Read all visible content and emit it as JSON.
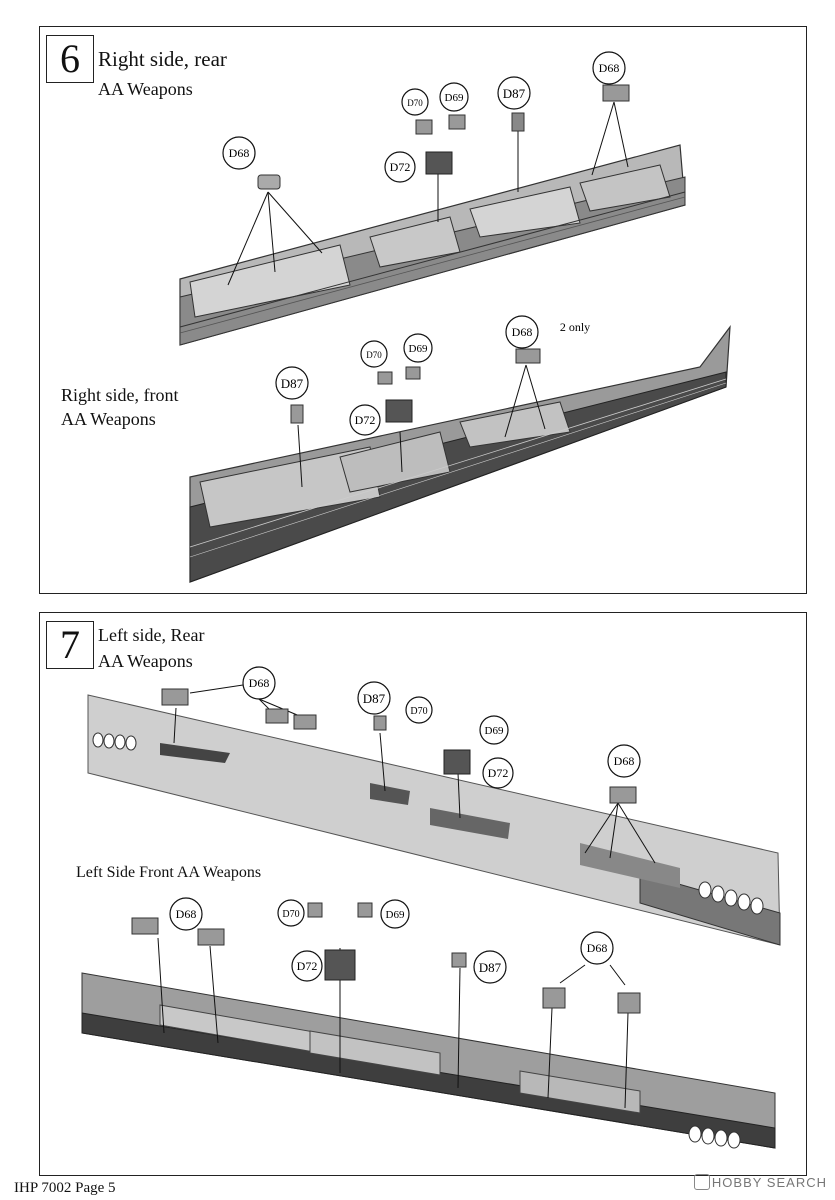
{
  "step6": {
    "number": "6",
    "title": "Right side, rear",
    "subtitle": "AA Weapons",
    "front_title": "Right side, front",
    "front_subtitle": "AA Weapons",
    "note_2only": "2 only"
  },
  "step7": {
    "number": "7",
    "title": "Left side, Rear",
    "subtitle": "AA Weapons",
    "front_title": "Left Side Front AA Weapons"
  },
  "parts": {
    "d68": "D68",
    "d69": "D69",
    "d70": "D70",
    "d72": "D72",
    "d87": "D87"
  },
  "footer": {
    "page_label": "IHP 7002 Page 5"
  },
  "watermark": {
    "text": "HOBBY SEARCH"
  }
}
